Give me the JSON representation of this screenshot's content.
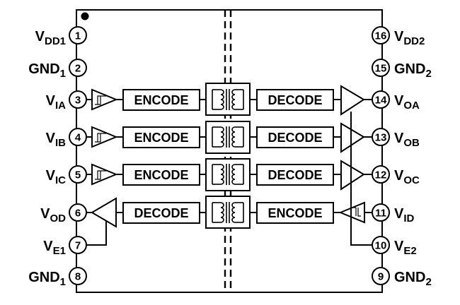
{
  "pins_left": [
    {
      "num": "1",
      "base": "V",
      "sub": "DD1"
    },
    {
      "num": "2",
      "base": "GND",
      "sub": "1"
    },
    {
      "num": "3",
      "base": "V",
      "sub": "IA"
    },
    {
      "num": "4",
      "base": "V",
      "sub": "IB"
    },
    {
      "num": "5",
      "base": "V",
      "sub": "IC"
    },
    {
      "num": "6",
      "base": "V",
      "sub": "OD"
    },
    {
      "num": "7",
      "base": "V",
      "sub": "E1"
    },
    {
      "num": "8",
      "base": "GND",
      "sub": "1"
    }
  ],
  "pins_right": [
    {
      "num": "16",
      "base": "V",
      "sub": "DD2"
    },
    {
      "num": "15",
      "base": "GND",
      "sub": "2"
    },
    {
      "num": "14",
      "base": "V",
      "sub": "OA"
    },
    {
      "num": "13",
      "base": "V",
      "sub": "OB"
    },
    {
      "num": "12",
      "base": "V",
      "sub": "OC"
    },
    {
      "num": "11",
      "base": "V",
      "sub": "ID"
    },
    {
      "num": "10",
      "base": "V",
      "sub": "E2"
    },
    {
      "num": "9",
      "base": "GND",
      "sub": "2"
    }
  ],
  "channels": [
    {
      "left_block": "ENCODE",
      "right_block": "DECODE"
    },
    {
      "left_block": "ENCODE",
      "right_block": "DECODE"
    },
    {
      "left_block": "ENCODE",
      "right_block": "DECODE"
    },
    {
      "left_block": "DECODE",
      "right_block": "ENCODE"
    }
  ]
}
